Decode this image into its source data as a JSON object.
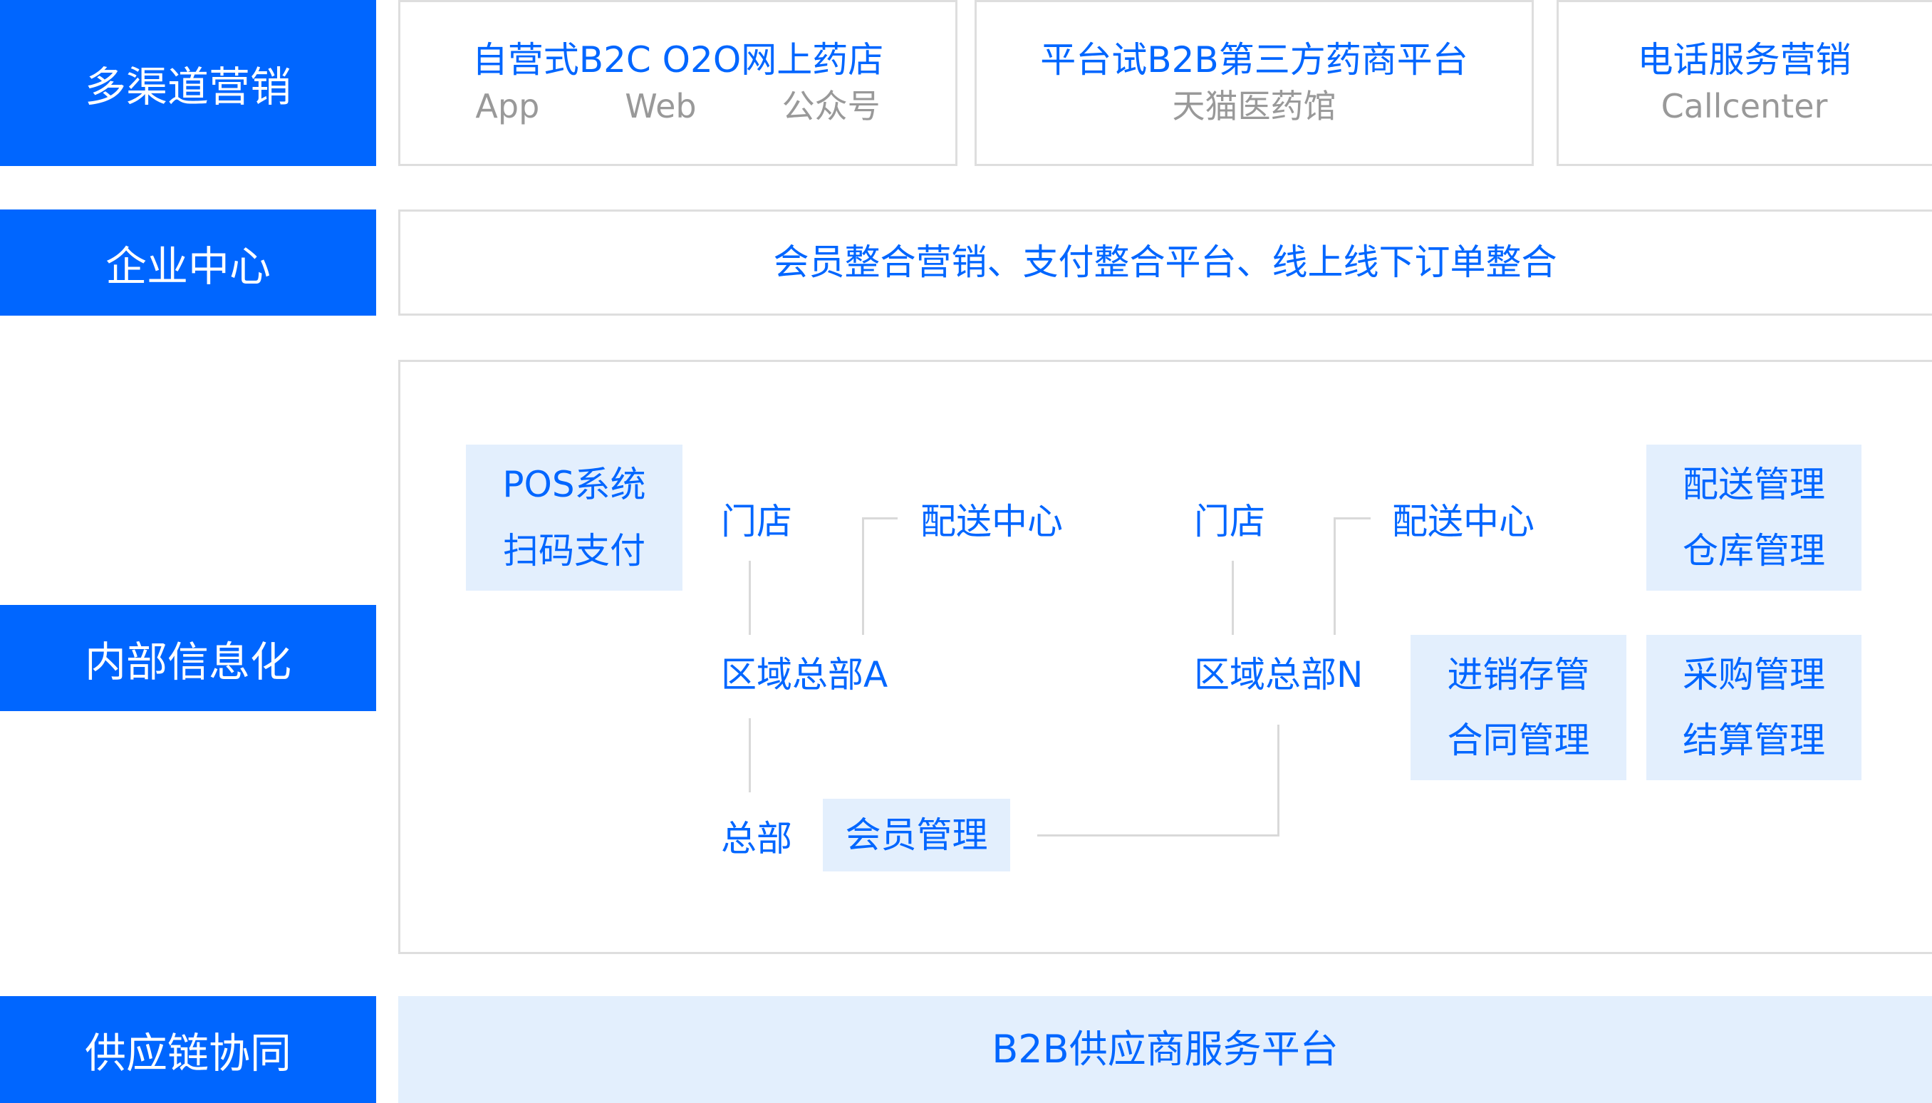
{
  "rows": {
    "multichannel": {
      "label": "多渠道营销",
      "cards": [
        {
          "title": "自营式B2C O2O网上药店",
          "subs": [
            "App",
            "Web",
            "公众号"
          ]
        },
        {
          "title": "平台试B2B第三方药商平台",
          "subs": [
            "天猫医药馆"
          ]
        },
        {
          "title": "电话服务营销",
          "subs": [
            "Callcenter"
          ]
        }
      ]
    },
    "enterprise": {
      "label": "企业中心",
      "text": "会员整合营销、支付整合平台、线上线下订单整合"
    },
    "internal": {
      "label": "内部信息化",
      "pos": [
        "POS系统",
        "扫码支付"
      ],
      "store_a": "门店",
      "dc_a": "配送中心",
      "region_a": "区域总部A",
      "hq": "总部",
      "member": "会员管理",
      "store_n": "门店",
      "dc_n": "配送中心",
      "region_n": "区域总部N",
      "delivery": [
        "配送管理",
        "仓库管理"
      ],
      "inventory": [
        "进销存管",
        "合同管理"
      ],
      "purchase": [
        "采购管理",
        "结算管理"
      ]
    },
    "supply": {
      "label": "供应链协同",
      "text": "B2B供应商服务平台"
    }
  },
  "colors": {
    "accent": "#0066ff",
    "chip": "#e3effd",
    "border": "#dedede",
    "muted": "#999999"
  }
}
